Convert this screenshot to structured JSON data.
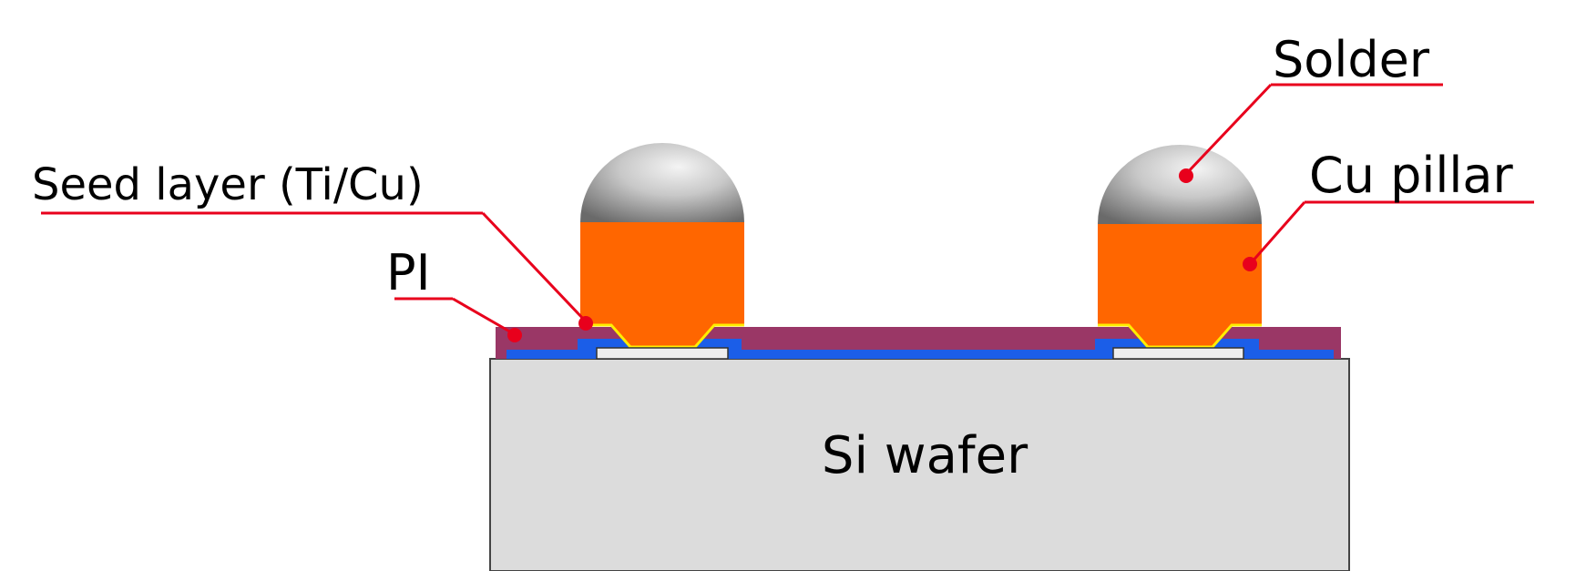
{
  "labels": {
    "solder": "Solder",
    "cu_pillar": "Cu pillar",
    "seed_layer": "Seed layer (Ti/Cu)",
    "pi": "PI",
    "si_wafer": "Si wafer"
  },
  "colors": {
    "leader_red": "#e8001c",
    "copper_pillar": "#ff6600",
    "polyimide": "#9a3766",
    "passivation_blue": "#1b5ee8",
    "seed_layer_yellow": "#ffee00",
    "pad": "#eeeeee",
    "silicon": "#dcdcdc",
    "solder_light": "#f2f2f2",
    "solder_dark": "#6e6e6e"
  }
}
